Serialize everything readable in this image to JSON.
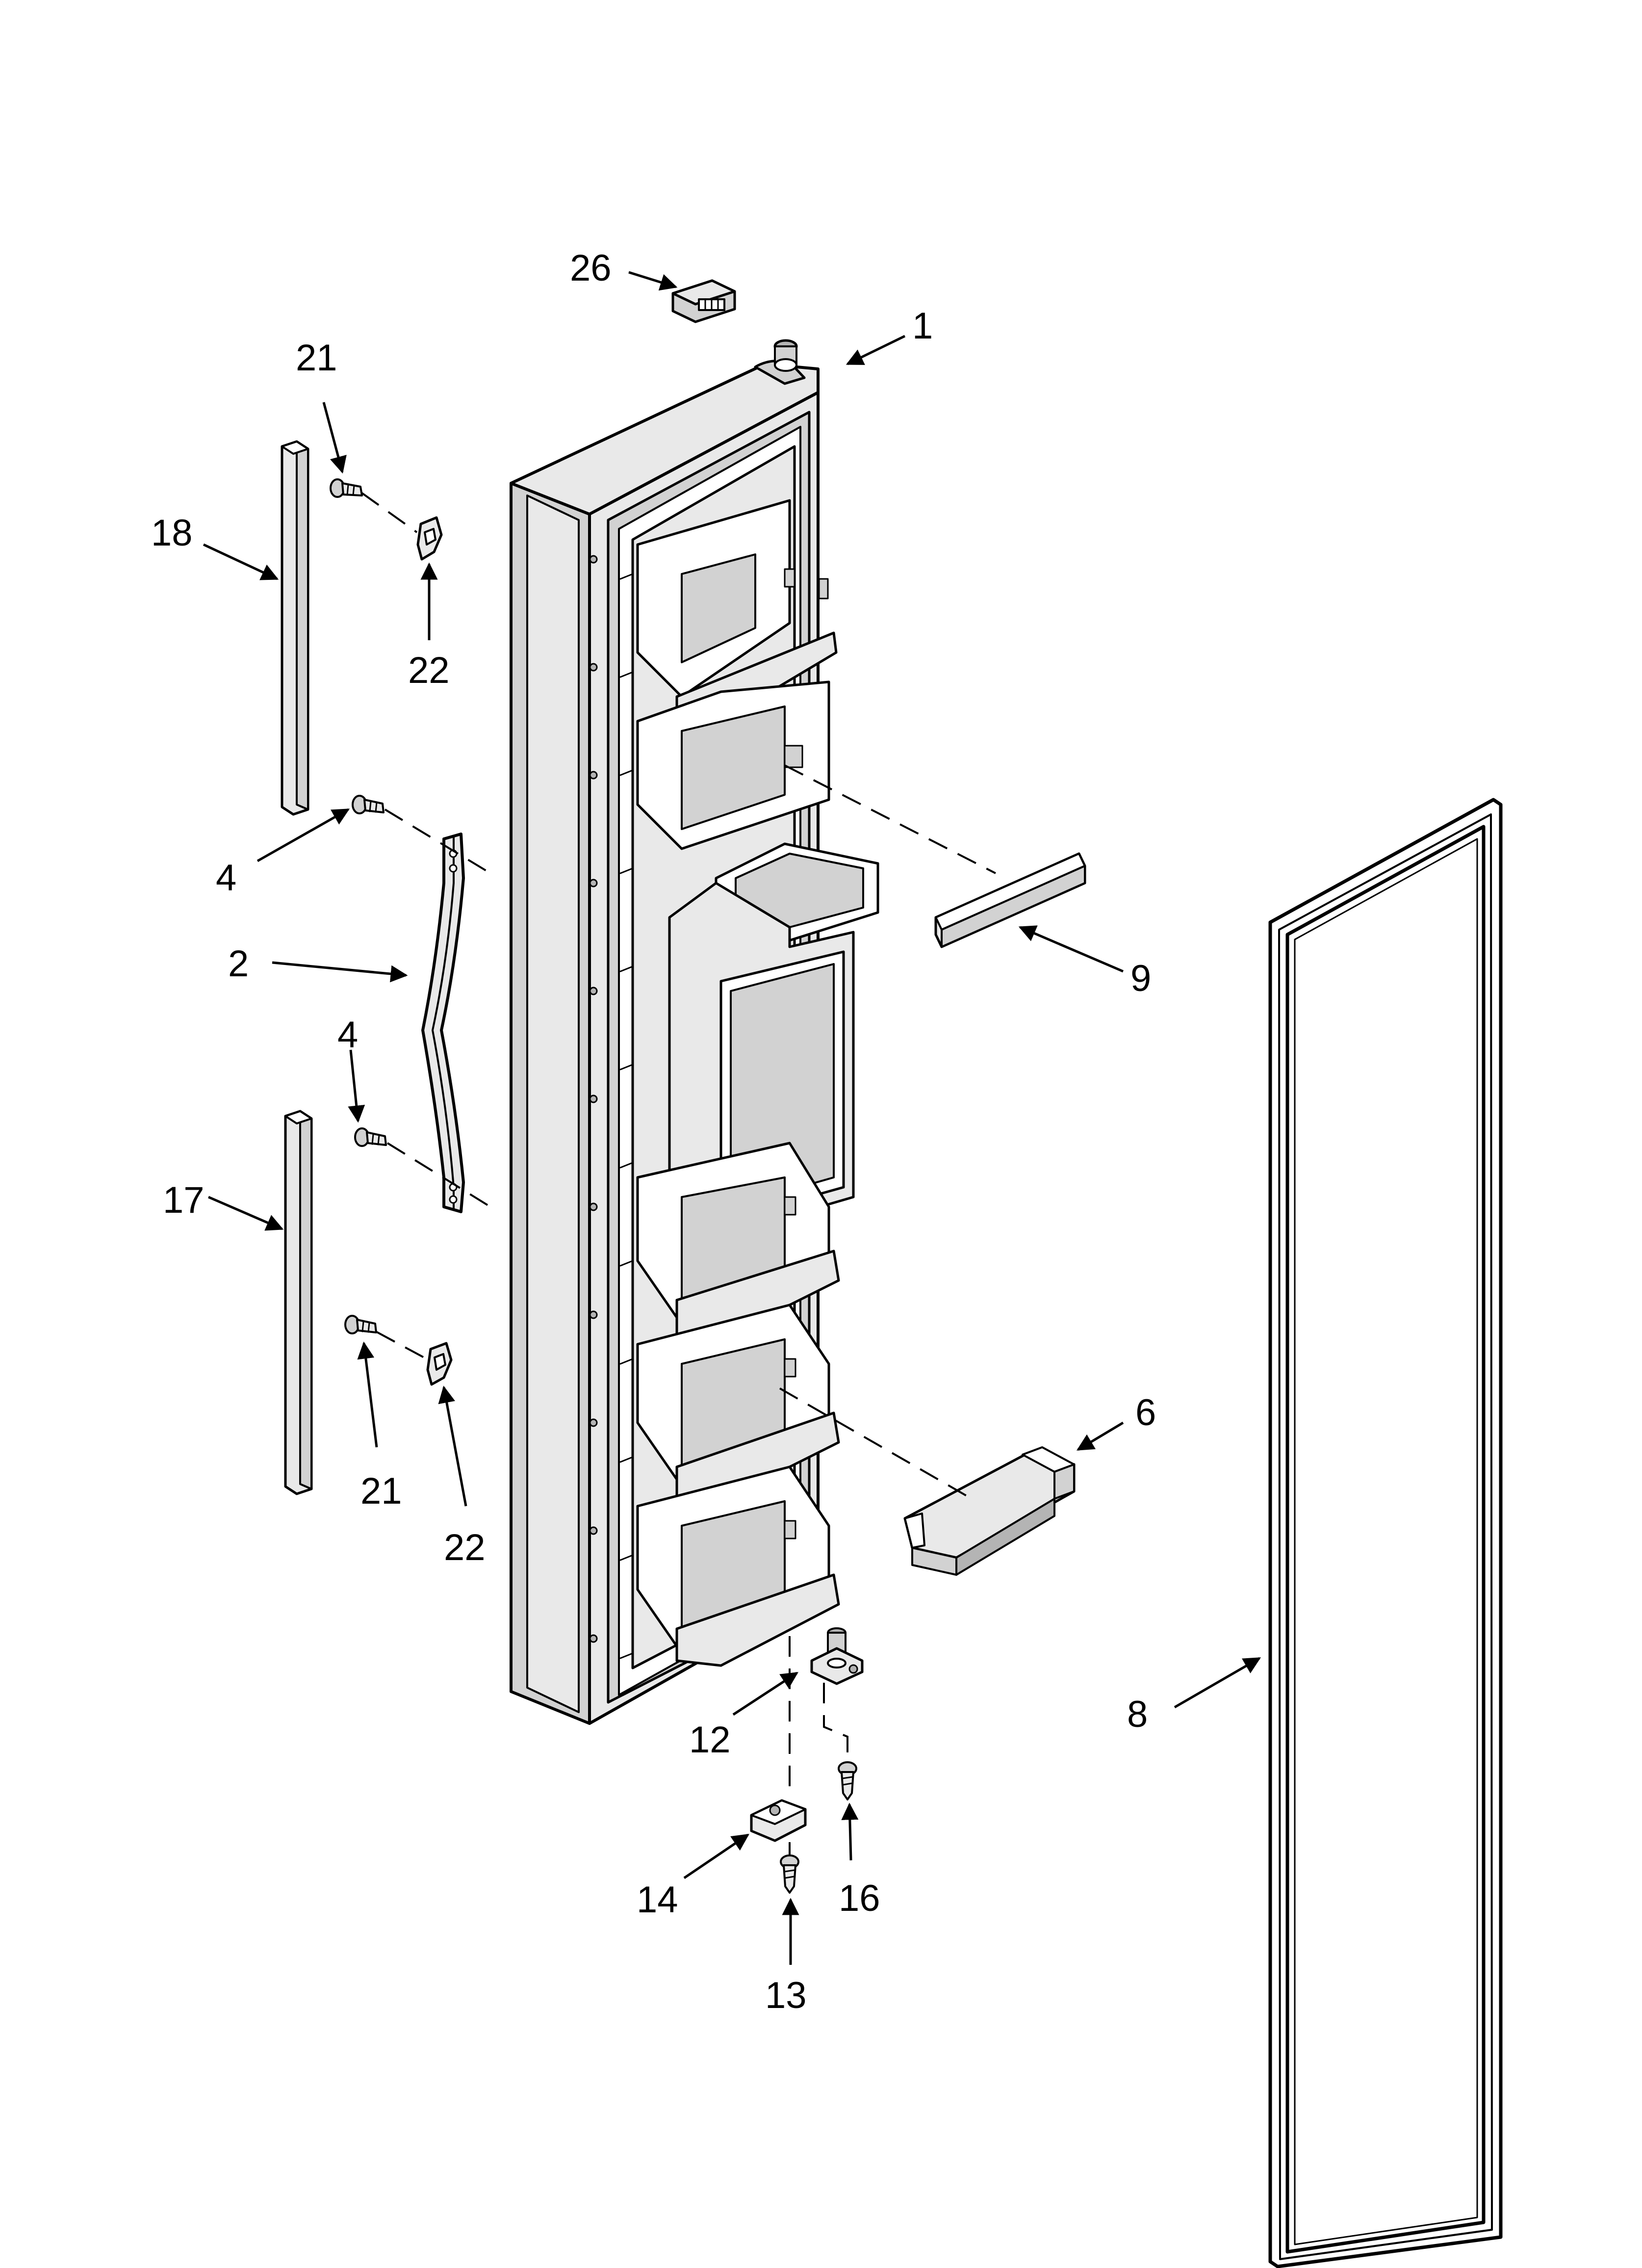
{
  "diagram": {
    "type": "exploded-parts-view",
    "callouts": [
      {
        "id": "label-26",
        "text": "26"
      },
      {
        "id": "label-1",
        "text": "1"
      },
      {
        "id": "label-21-top",
        "text": "21"
      },
      {
        "id": "label-18",
        "text": "18"
      },
      {
        "id": "label-22-top",
        "text": "22"
      },
      {
        "id": "label-4-top",
        "text": "4"
      },
      {
        "id": "label-2",
        "text": "2"
      },
      {
        "id": "label-9",
        "text": "9"
      },
      {
        "id": "label-4-bottom",
        "text": "4"
      },
      {
        "id": "label-17",
        "text": "17"
      },
      {
        "id": "label-21-bottom",
        "text": "21"
      },
      {
        "id": "label-22-bottom",
        "text": "22"
      },
      {
        "id": "label-6",
        "text": "6"
      },
      {
        "id": "label-8",
        "text": "8"
      },
      {
        "id": "label-12",
        "text": "12"
      },
      {
        "id": "label-14",
        "text": "14"
      },
      {
        "id": "label-16",
        "text": "16"
      },
      {
        "id": "label-13",
        "text": "13"
      }
    ]
  }
}
